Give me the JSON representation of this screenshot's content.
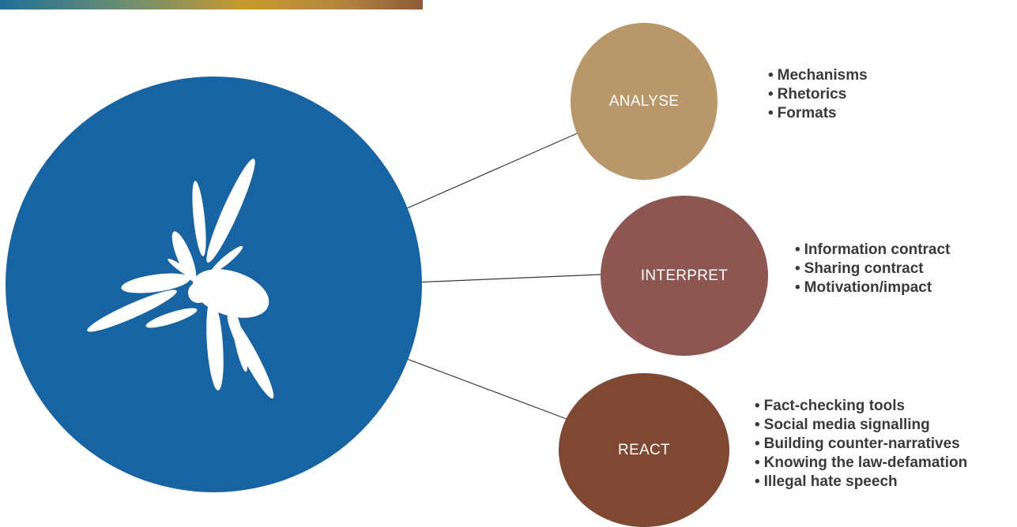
{
  "banner": {
    "gradient_colors": [
      "#1f6f97",
      "#c89a2e",
      "#8e5a3a"
    ]
  },
  "hub": {
    "color": "#1864a2",
    "icon": "white-petal-logo-icon"
  },
  "nodes": [
    {
      "label": "ANALYSE",
      "color": "#b8976a",
      "bullets": [
        "Mechanisms",
        "Rhetorics",
        "Formats"
      ]
    },
    {
      "label": "INTERPRET",
      "color": "#8d5651",
      "bullets": [
        "Information contract",
        "Sharing contract",
        "Motivation/impact"
      ]
    },
    {
      "label": "REACT",
      "color": "#7f4832",
      "bullets": [
        "Fact-checking tools",
        "Social media signalling",
        "Building counter-narratives",
        "Knowing the law-defamation",
        "Illegal hate speech"
      ]
    }
  ]
}
